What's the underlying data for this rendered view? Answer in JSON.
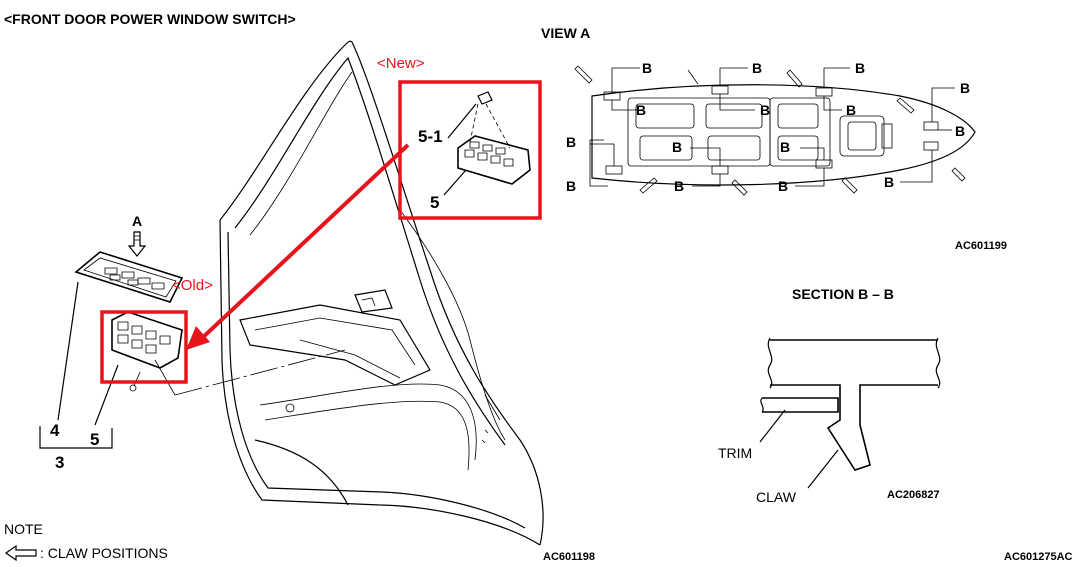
{
  "title": "<FRONT DOOR POWER WINDOW SWITCH>",
  "labels": {
    "new": "<New>",
    "old": "<Old>",
    "view_a": "VIEW A",
    "a": "A",
    "part_5_1": "5-1",
    "part_5_new": "5",
    "part_4": "4",
    "part_5_old": "5",
    "part_3": "3",
    "note": "NOTE",
    "claw_positions": ": CLAW POSITIONS",
    "section": "SECTION B – B",
    "trim": "TRIM",
    "claw": "CLAW",
    "b": "B"
  },
  "codes": {
    "door": "AC601198",
    "view_a": "AC601199",
    "section": "AC206827",
    "sheet": "AC601275AC"
  },
  "colors": {
    "highlight": "#e8141c",
    "line": "#000000"
  }
}
